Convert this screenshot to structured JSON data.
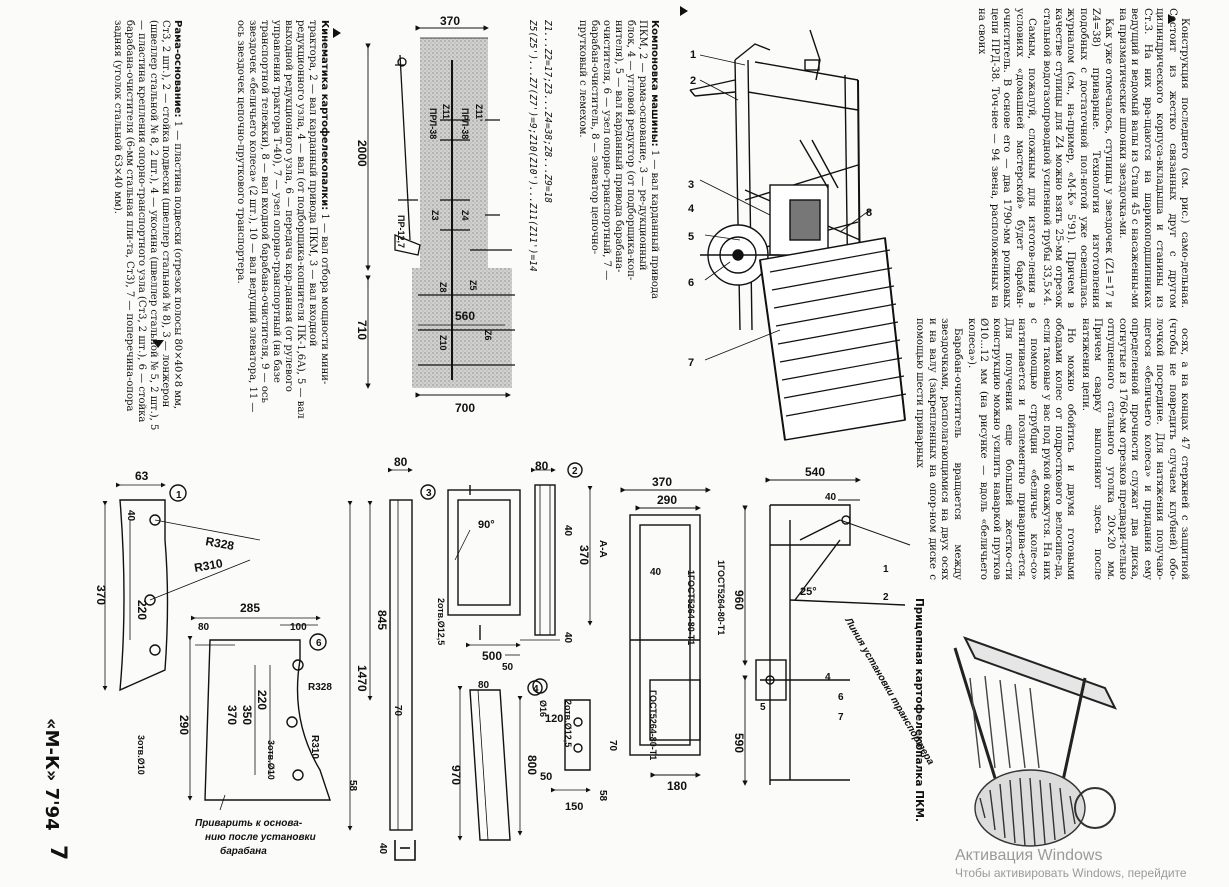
{
  "page": {
    "number": "7",
    "journal": "«М-К» 7'94"
  },
  "article": {
    "col1": [
      "Конструкция последнего (см. рис.) само-дельная. Состоит из жестко связанных друг с другом цилиндрического корпуса-вкладыша и станины из Ст.3. На них вра-щаются на шарикоподшипниках ведущий и ведомый валы из Стали 45 с насаженны-ми на призматические шпонки звездочка-ми.",
      "Как уже отмечалось, ступицы у звездочек (Z1=17 и Z4=38) приварные. Технология изготовления подобных с достаточной пол-нотой уже освещалась журналом (см., на-пример, «М-К» 5'91). Причем в качестве ступицы для Z4 можно взять 25-мм отрезок стальной водогазопроводной усиленной трубы 33,5×4.",
      "Самым, пожалуй, сложным для изготов-ления в условиях «домашней мастерской» будет барабан-очиститель. В основе его — два 1790-мм роликовых цепи ПРД-38. Точ-нее — 94 звена, расположенных на на своих"
    ],
    "col2": [
      "осях, а на концах 47 стержней с защитной (чтобы не повредить случаем клубней) обо-лочкой посредине. Для натяжения получаю-щегося «беличьего колеса» и придания ему определенной прочности служат два диска, согнутые из 1760-мм отрезков предвари-тельно отпущенного стального уголка 20×20 мм. Причем сварку выполняют здесь после натяжения цепи.",
      "Но можно обойтись и двумя готовыми ободами колес от подросткового велосипе-да, если таковые у вас под рукой окажутся. На них с помощью струбцин «беличье коле-со» натягивается и позлементно приварива-ется. Для получения еще большей жестко-сти конструкцию можно усилить наваркой прутков Ø10...12 мм (на рисунке — вдоль «беличьего колеса»).",
      "Барабан-очиститель вращается между звездочками, располагающимися на двух осях и на валу (закрепленных на опор-ном диске с помощью шести приварных"
    ],
    "photo_caption": "Прицепная картофелекопалка ПКМ."
  },
  "composition": {
    "title": "Компоновка машины:",
    "text": "1 — вал карданный привода ПКМ, 2 — рама-основание, 3 — ре-дукционный блок, 4 — угловой редуктор (от подборщика-коп-нителя), 5 — вал карданный привода барабана-очистителя, 6 — узел опорно-транспортный, 7 — барабан-очиститель, 8 — элеватор цепочно-прутковый с лемехом."
  },
  "kinematics": {
    "gears": "Z1...Z2=17;Z3...Z4=38;Z8...Z9=18",
    "gears2": "Z5(Z5')...Z7(Z7')=9;Z10(Z10')...Z11(Z11')=14",
    "title": "Кинематика картофелекопалки:",
    "text": "1 — вал отбора мощности мини-трактора, 2 — вал карданный привода ПКМ, 3 — вал входной редукционного узла, 4 — вал (от подборщика-копнителя ПК-1,6А), 5 — вал выходной редукционного узла, 6 — передача кар-данная (от рулевого управления трактора Т-40), 7 — узел опорно-транспортный (на базе транспортной тележки), 8 — вал входной барабана-очистителя, 9 — ось звездочек «беличьего колеса» (2 шт.), 10 — вал ведущий элеватора, 11 — ось звездочек цепочно-пруткового транспортера."
  },
  "frame": {
    "title": "Рама-основание:",
    "text": "1 — пластина подвески (отрезок полосы 80×40×8 мм, Ст3, 2 шт.), 2 — стойка подвески (швеллер стальной № 8), 3 — лонжерон (швеллер стальной № 8, 2 шт.), 4 — укосина (швеллер стальной № 5, 2 шт.), 5 — пластина крепления опорно-транспортного узла (Ст3, 2 шт.), 6 — стойка барабана-очистителя (6-мм стальная пли-та, Ст3), 7 — поперечина-опора задняя (уголок стальной 63×40 мм)."
  },
  "dims": {
    "kin_370": "370",
    "kin_2000": "2000",
    "kin_710": "710",
    "kin_560": "560",
    "kin_700": "700",
    "a_540": "540",
    "a_40": "40",
    "a_960": "960",
    "a_590": "590",
    "a_25": "25°",
    "b_370": "370",
    "b_290": "290",
    "b_180": "180",
    "b_40": "40",
    "c_80": "80",
    "c_40": "40",
    "c_370": "370",
    "c_40b": "40",
    "c_AA": "А-А",
    "d_80": "80",
    "d_845": "845",
    "d_1470": "1470",
    "d_90": "90°",
    "d_500": "500",
    "d_50": "50",
    "e_80": "80",
    "e_800": "800",
    "e_970": "970",
    "e_70": "70",
    "f_63": "63",
    "f_40": "40",
    "f_370": "370",
    "f_220": "220",
    "f_R328": "R328",
    "f_R310": "R310",
    "g_285": "285",
    "g_80": "80",
    "g_100": "100",
    "g_290": "290",
    "g_220": "220",
    "g_350": "350",
    "g_370": "370",
    "g_R328": "R328",
    "g_R310": "R310",
    "g_58": "58",
    "g_hole": "3отв.Ø10",
    "h_16": "Ø16",
    "h_120": "120",
    "h_70": "70",
    "h_50": "50",
    "h_58": "58",
    "h_150": "150",
    "h_hole": "2отв.Ø12,5"
  },
  "labels": {
    "gost1": "1ГОСТ5264-80-Т1",
    "gost2": "1ГОСТ5264-80-Т1",
    "gost3": "ГОСТ5264-80-Т1",
    "transport_line": "Линия установки транспортера",
    "weld_note": "Приварить к основанию после установки барабана",
    "hole1": "2отв.Ø12,5",
    "hole2": "3отв.Ø10"
  },
  "watermark": {
    "line1": "Активация Windows",
    "line2": "Чтобы активировать Windows, перейдите"
  }
}
